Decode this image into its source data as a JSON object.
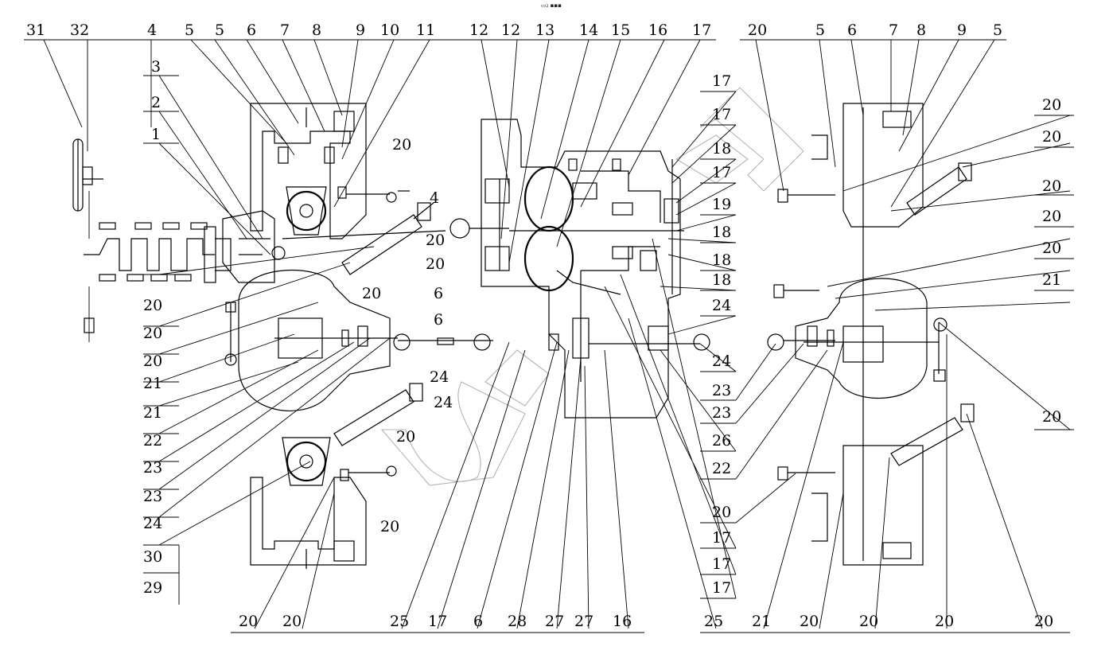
{
  "header": {
    "mark": "▭₂ ▪▪▪"
  },
  "labels": {
    "top": [
      "31",
      "32",
      "4",
      "5",
      "5",
      "6",
      "7",
      "8",
      "9",
      "10",
      "11",
      "12",
      "12",
      "13",
      "14",
      "15",
      "16",
      "17",
      "20",
      "5",
      "6",
      "7",
      "8",
      "9",
      "5"
    ],
    "left": [
      "3",
      "2",
      "1",
      "20",
      "20",
      "20",
      "21",
      "21",
      "22",
      "23",
      "23",
      "24",
      "30",
      "29"
    ],
    "right": [
      "20",
      "20",
      "20",
      "20",
      "20",
      "21",
      "20"
    ],
    "bottom": [
      "20",
      "20",
      "25",
      "17",
      "6",
      "28",
      "27",
      "27",
      "16",
      "25",
      "21",
      "20",
      "20",
      "20",
      "20"
    ],
    "mid": [
      "20",
      "4",
      "20",
      "20",
      "20",
      "6",
      "6",
      "24",
      "24",
      "20",
      "20",
      "17",
      "17",
      "18",
      "17",
      "19",
      "18",
      "18",
      "18",
      "24",
      "24",
      "23",
      "23",
      "26",
      "22",
      "17",
      "17",
      "17",
      "20"
    ]
  }
}
